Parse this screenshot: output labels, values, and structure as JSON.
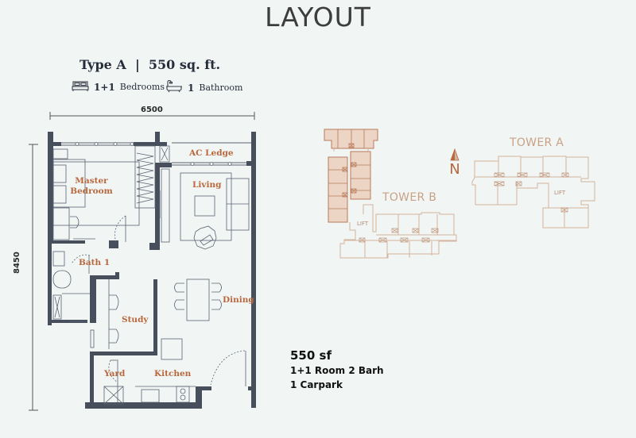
{
  "header": {
    "title": "LAYOUT"
  },
  "unit": {
    "type_label": "Type A  |  550 sq. ft.",
    "bedrooms": {
      "icon": "bed-icon",
      "count": "1+1",
      "label": "Bedrooms"
    },
    "bathrooms": {
      "icon": "bathtub-icon",
      "count": "1",
      "label": "Bathroom"
    }
  },
  "floorplan": {
    "width_dimension": "6500",
    "height_dimension": "8450",
    "rooms": [
      {
        "name": "Master Bedroom",
        "line1": "Master",
        "line2": "Bedroom"
      },
      {
        "name": "AC Ledge",
        "line1": "AC Ledge"
      },
      {
        "name": "Living",
        "line1": "Living"
      },
      {
        "name": "Bath 1",
        "line1": "Bath 1"
      },
      {
        "name": "Study",
        "line1": "Study"
      },
      {
        "name": "Dining",
        "line1": "Dining"
      },
      {
        "name": "Yard",
        "line1": "Yard"
      },
      {
        "name": "Kitchen",
        "line1": "Kitchen"
      }
    ],
    "colors": {
      "wall": "#474e5c",
      "room_label": "#b8683e",
      "line": "#5b6270"
    }
  },
  "keyplan": {
    "towers": [
      {
        "label": "TOWER B"
      },
      {
        "label": "TOWER A"
      }
    ],
    "lift_label": "LIFT",
    "north_label": "N",
    "colors": {
      "outline": "#d4b49c",
      "highlight_fill": "#ecd5c5",
      "highlight_stroke": "#b97a5a"
    }
  },
  "summary": {
    "area": "550 sf",
    "rooms": "1+1 Room 2 Barh",
    "parking": "1 Carpark"
  }
}
